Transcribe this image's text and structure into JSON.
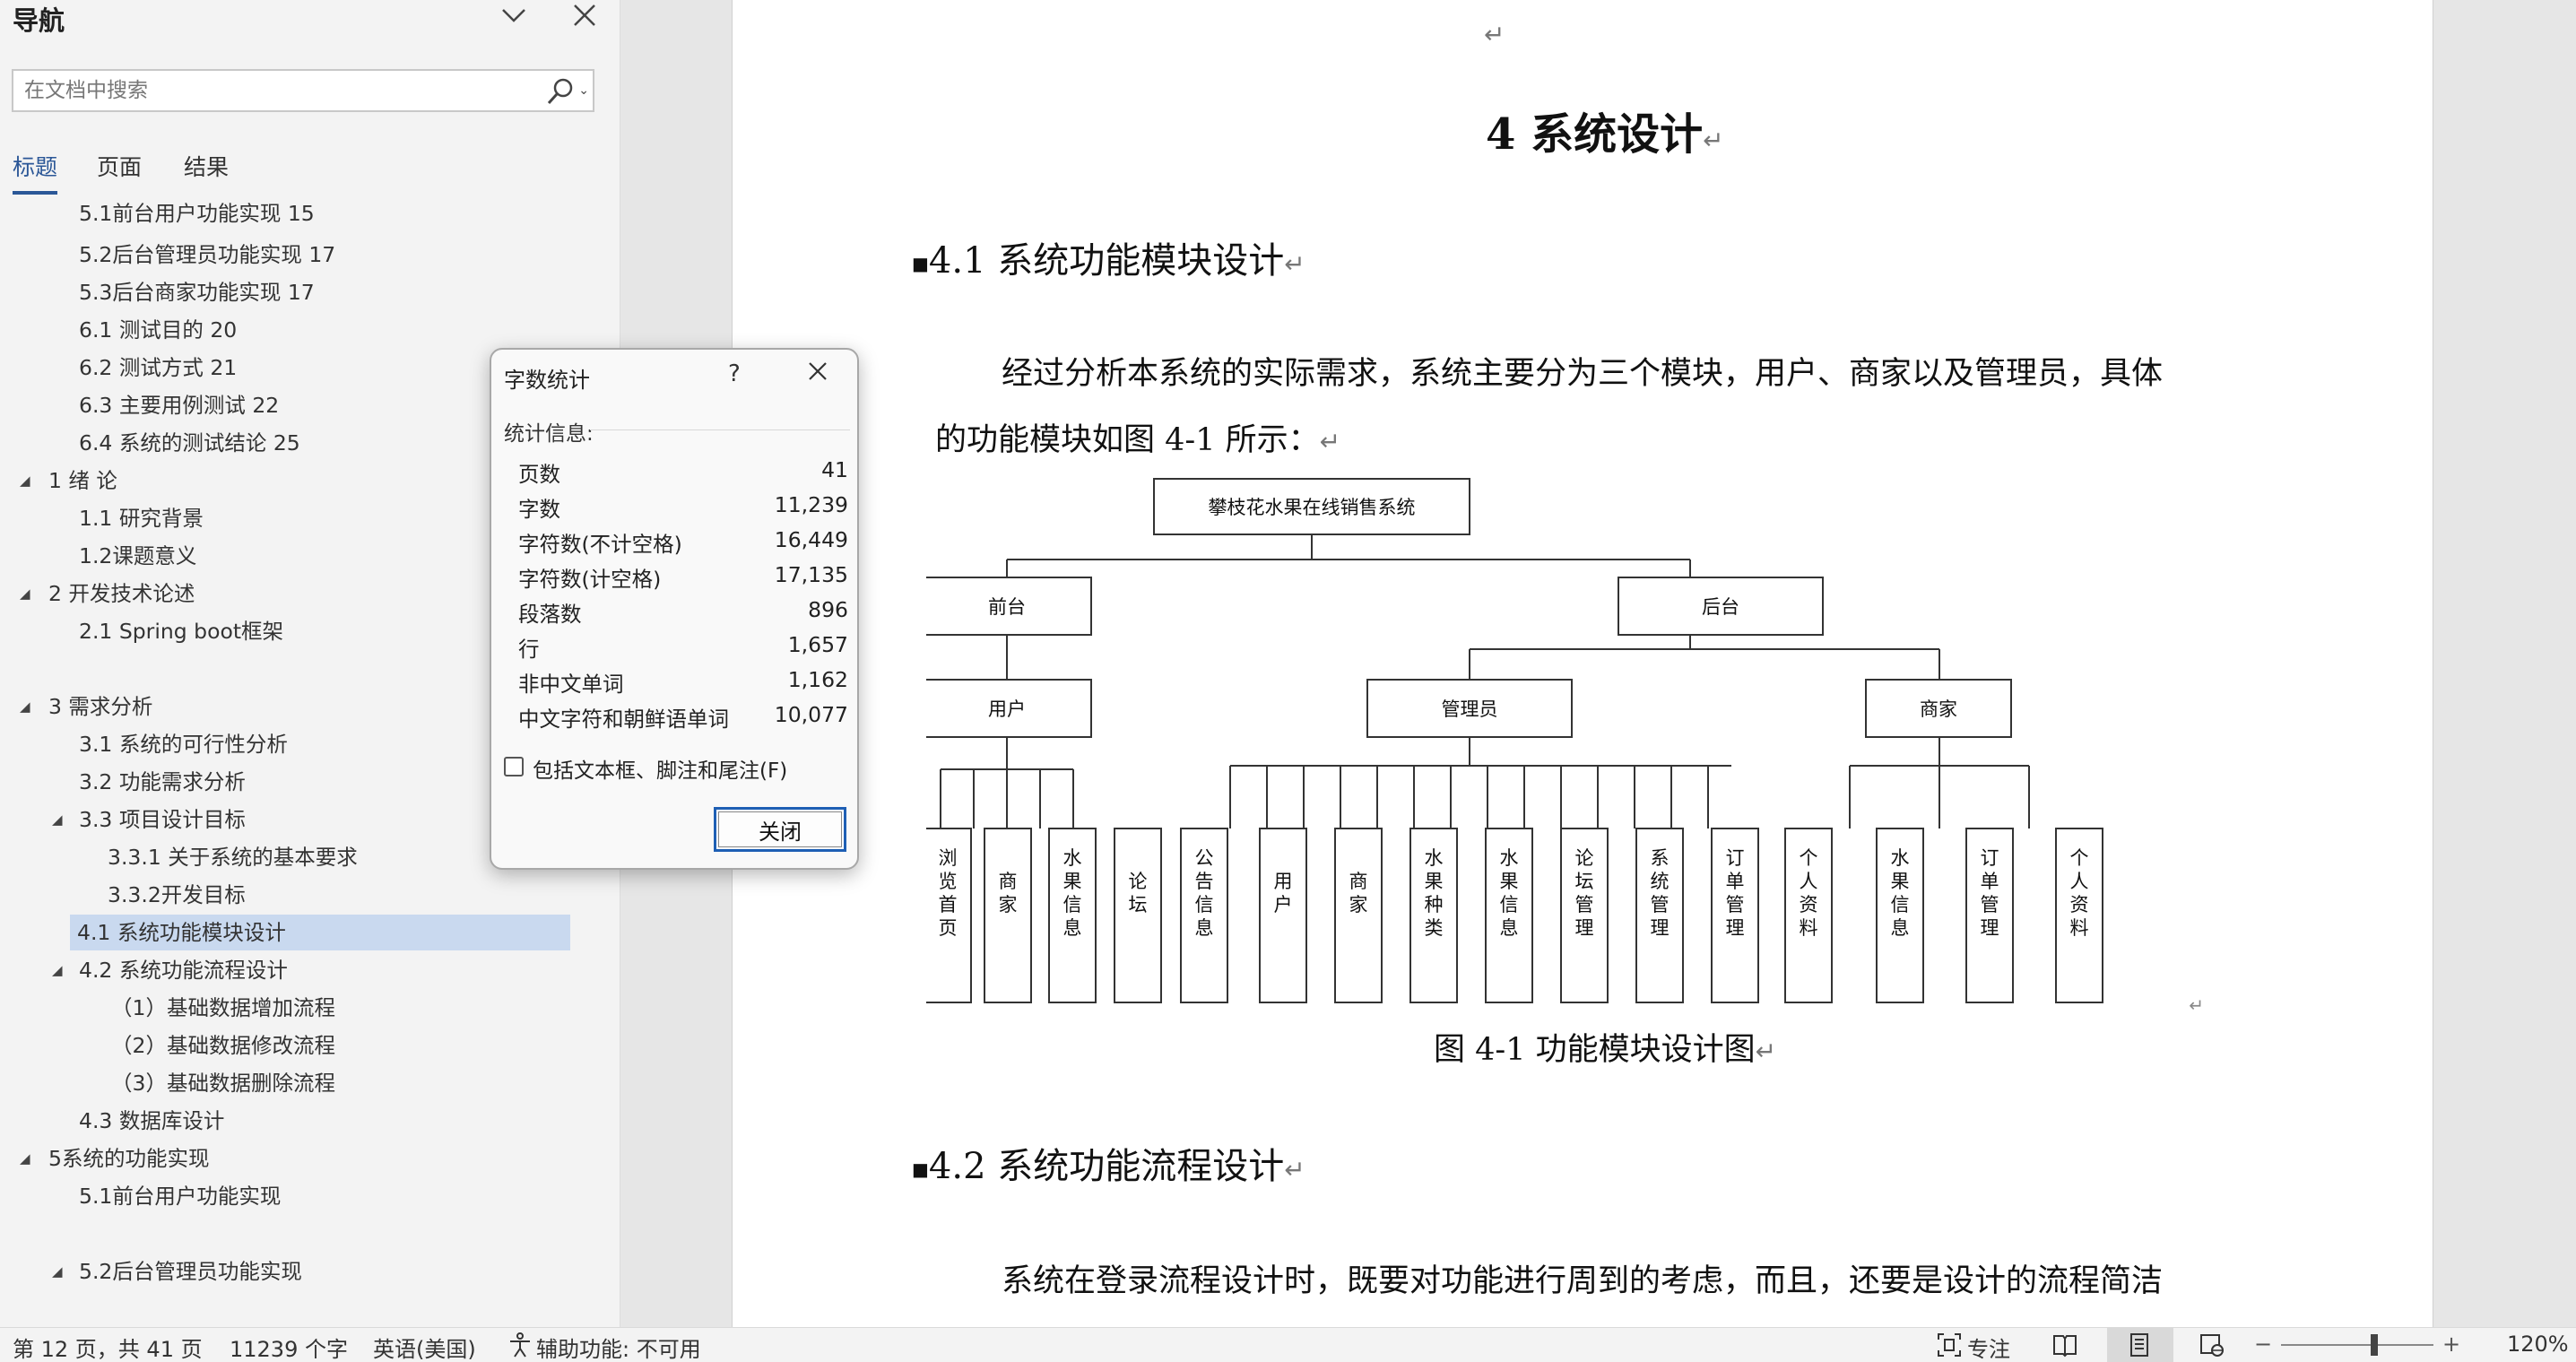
{
  "nav": {
    "title": "导航",
    "search_placeholder": "在文档中搜索",
    "tabs": [
      "标题",
      "页面",
      "结果"
    ],
    "items": [
      "5.1前台用户功能实现 15",
      "5.2后台管理员功能实现 17",
      "5.3后台商家功能实现 17",
      "6.1  测试目的 20",
      "6.2  测试方式  21",
      "6.3 主要用例测试 22",
      "6.4 系统的测试结论 25",
      "1 绪 论",
      "1.1 研究背景",
      "1.2课题意义",
      "2 开发技术论述",
      "2.1 Spring boot框架",
      "3 需求分析",
      "3.1 系统的可行性分析",
      "3.2 功能需求分析",
      "3.3 项目设计目标",
      "3.3.1 关于系统的基本要求",
      "3.3.2开发目标",
      "4.1 系统功能模块设计",
      "4.2 系统功能流程设计",
      "（1）基础数据增加流程",
      "（2）基础数据修改流程",
      "（3）基础数据删除流程",
      "4.3 数据库设计",
      "5系统的功能实现",
      "5.1前台用户功能实现",
      "5.2后台管理员功能实现"
    ]
  },
  "doc": {
    "chapter_title": "4  系统设计",
    "h41": "4.1  系统功能模块设计",
    "para1_line1": "经过分析本系统的实际需求，系统主要分为三个模块，用户、商家以及管理员，具体",
    "para1_line2": "的功能模块如图 4-1 所示：",
    "caption": "图 4-1  功能模块设计图",
    "h42": "4.2  系统功能流程设计",
    "para2": "系统在登录流程设计时，既要对功能进行周到的考虑，而且，还要是设计的流程简洁",
    "para_mark": "↵"
  },
  "diagram": {
    "root": "攀枝花水果在线销售系统",
    "front": "前台",
    "back": "后台",
    "user": "用户",
    "admin": "管理员",
    "merchant": "商家",
    "user_leaves": [
      "浏览首页",
      "商家",
      "水果信息",
      "论坛",
      "公告信息"
    ],
    "admin_leaves": [
      "用户",
      "商家",
      "水果种类",
      "水果信息",
      "论坛管理",
      "系统管理",
      "订单管理",
      "个人资料"
    ],
    "merchant_leaves": [
      "水果信息",
      "订单管理",
      "个人资料"
    ]
  },
  "dialog": {
    "title": "字数统计",
    "help": "?",
    "section": "统计信息:",
    "stats": [
      {
        "label": "页数",
        "value": "41"
      },
      {
        "label": "字数",
        "value": "11,239"
      },
      {
        "label": "字符数(不计空格)",
        "value": "16,449"
      },
      {
        "label": "字符数(计空格)",
        "value": "17,135"
      },
      {
        "label": "段落数",
        "value": "896"
      },
      {
        "label": "行",
        "value": "1,657"
      },
      {
        "label": "非中文单词",
        "value": "1,162"
      },
      {
        "label": "中文字符和朝鲜语单词",
        "value": "10,077"
      }
    ],
    "checkbox_label": "包括文本框、脚注和尾注(F)",
    "close_button": "关闭"
  },
  "status": {
    "page": "第 12 页，共 41 页",
    "words": "11239 个字",
    "language": "英语(美国)",
    "accessibility": "辅助功能: 不可用",
    "focus": "专注",
    "zoom": "120%"
  },
  "colors": {
    "accent": "#2b5797",
    "selected_bg": "#c9d9ef",
    "button_border": "#1e5fb4"
  }
}
